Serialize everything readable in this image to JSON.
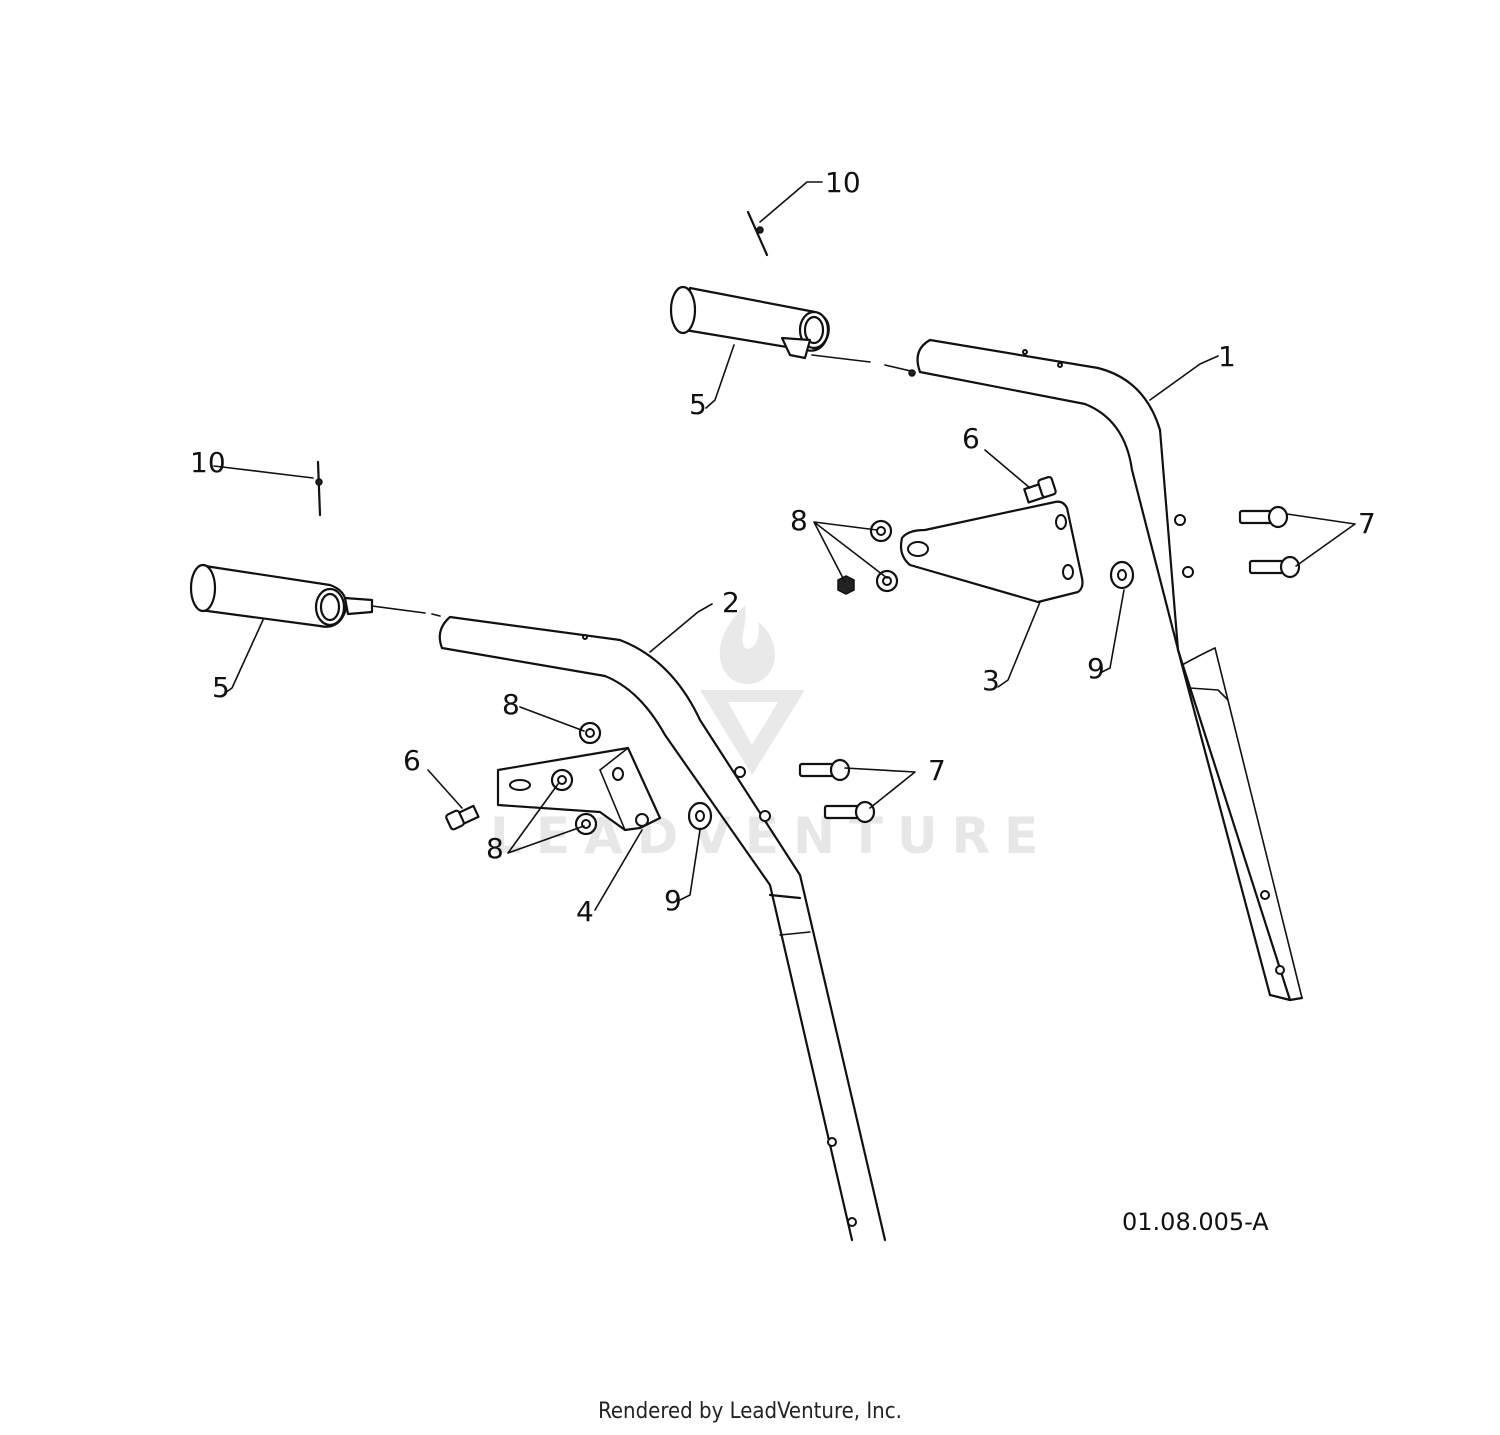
{
  "diagram": {
    "callouts": {
      "c1": "1",
      "c2": "2",
      "c3": "3",
      "c4": "4",
      "c5_upper": "5",
      "c5_lower": "5",
      "c6_upper": "6",
      "c6_lower": "6",
      "c7_upper": "7",
      "c7_lower": "7",
      "c8_upper": "8",
      "c8_mid": "8",
      "c8_lower": "8",
      "c9_upper": "9",
      "c9_lower": "9",
      "c10_upper": "10",
      "c10_lower": "10"
    },
    "drawing_code": "01.08.005-A",
    "watermark": "LEADVENTURE",
    "footer": "Rendered by LeadVenture, Inc."
  }
}
